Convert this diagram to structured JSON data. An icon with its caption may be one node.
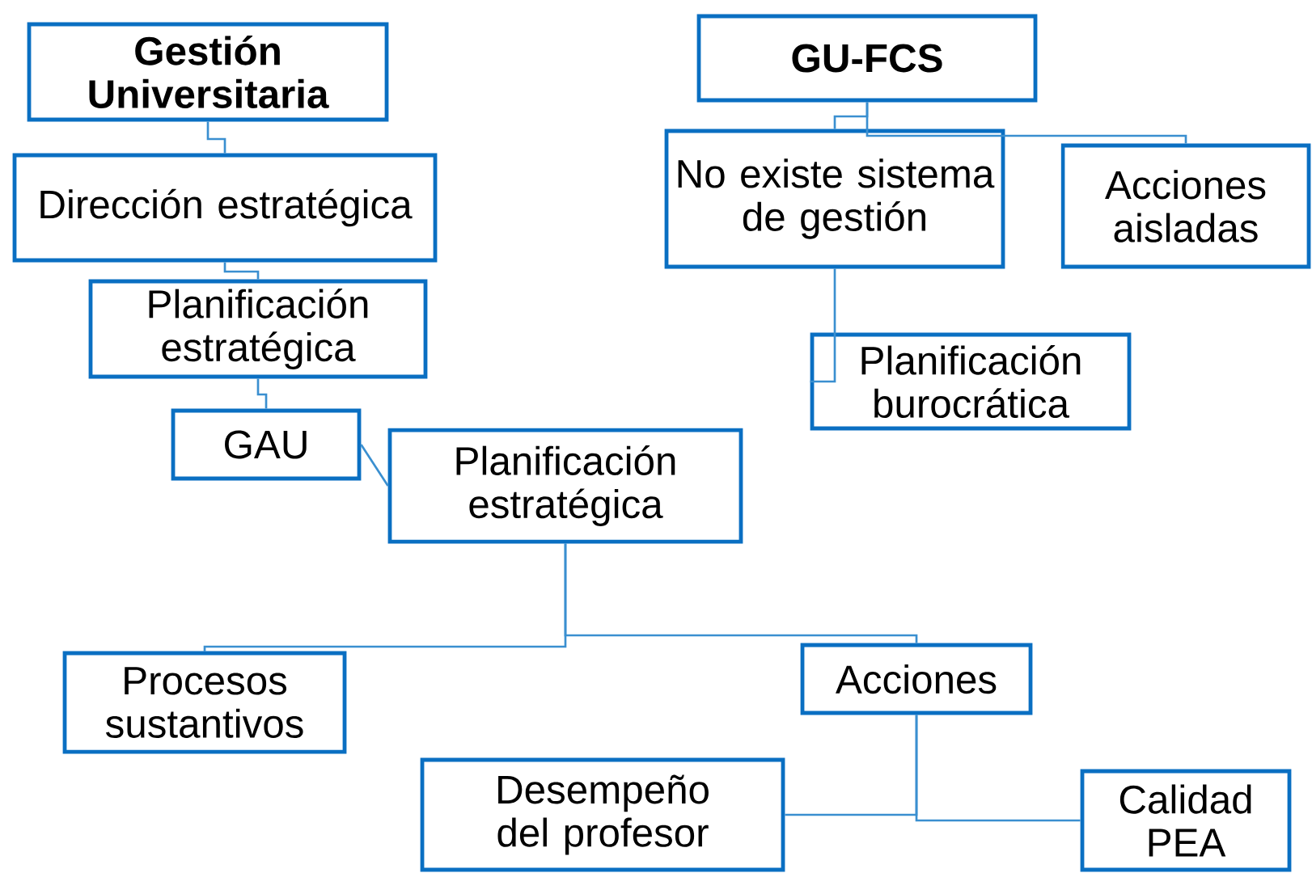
{
  "diagram": {
    "nodes": [
      {
        "text": [
          "Gestión Universitaria"
        ]
      },
      {
        "text": [
          "Dirección estratégica"
        ]
      },
      {
        "text": [
          "Planificación estratégica"
        ]
      },
      {
        "text": [
          "GAU"
        ]
      },
      {
        "text": [
          "Planificación estratégica"
        ]
      },
      {
        "text": [
          "GU-FCS"
        ]
      },
      {
        "text": [
          "No existe sistema de gestión"
        ]
      },
      {
        "text": [
          "Acciones aisladas"
        ]
      },
      {
        "text": [
          "Planificación burocrática"
        ]
      },
      {
        "text": [
          "Procesos sustantivos"
        ]
      },
      {
        "text": [
          "Acciones"
        ]
      },
      {
        "text": [
          "Desempeño del profesor"
        ]
      },
      {
        "text": [
          "Calidad PEA"
        ]
      }
    ],
    "edges": [
      {
        "from": 0,
        "to": 1,
        "arrow": "none"
      },
      {
        "from": 1,
        "to": 2,
        "arrow": "none"
      },
      {
        "from": 2,
        "to": 3,
        "arrow": "none"
      },
      {
        "from": 3,
        "to": 4,
        "arrow": "none"
      },
      {
        "from": 4,
        "to": 9,
        "arrow": "none"
      },
      {
        "from": 4,
        "to": 10,
        "arrow": "none"
      },
      {
        "from": 10,
        "to": 11,
        "arrow": "none"
      },
      {
        "from": 10,
        "to": 12,
        "arrow": "none"
      },
      {
        "from": 5,
        "to": 6,
        "arrow": "none"
      },
      {
        "from": 5,
        "to": 7,
        "arrow": "none"
      },
      {
        "from": 6,
        "to": 8,
        "arrow": "none"
      }
    ]
  }
}
